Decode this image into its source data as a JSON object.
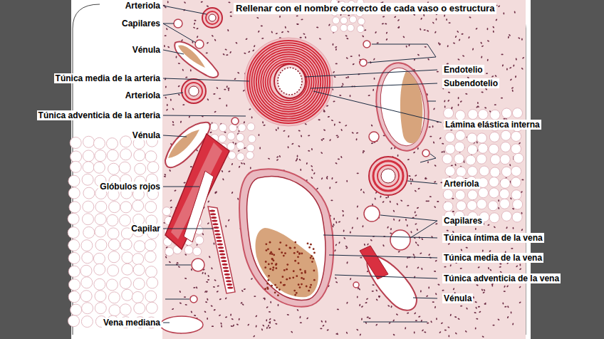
{
  "diagram": {
    "title": "Rellenar con el nombre correcto de cada vaso o estructura",
    "labels": [
      "Arteriola",
      "Capilares",
      "Vénula",
      "Túnica media de la arteria",
      "Arteriola",
      "Túnica adventicia de la arteria",
      "Vénula",
      "Glóbulos rojos",
      "Capilar",
      "Vena mediana",
      "Endotelio",
      "Subendotelio",
      "Lámina elástica interna",
      "Arteriola",
      "Capilares",
      "Túnica íntima de la vena",
      "Túnica media de la vena",
      "Túnica adventicia de la vena",
      "Vénula"
    ]
  }
}
